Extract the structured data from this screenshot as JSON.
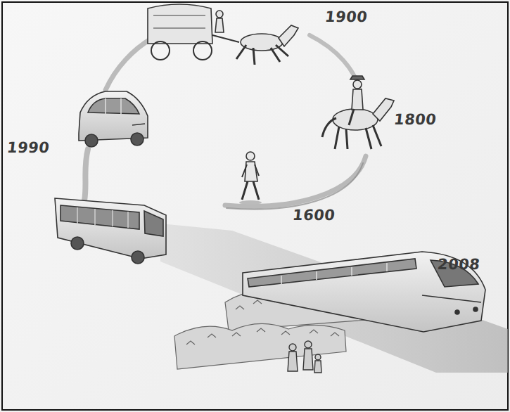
{
  "diagram": {
    "labels": [
      "1900",
      "1800",
      "1600",
      "1990",
      "2008"
    ]
  }
}
